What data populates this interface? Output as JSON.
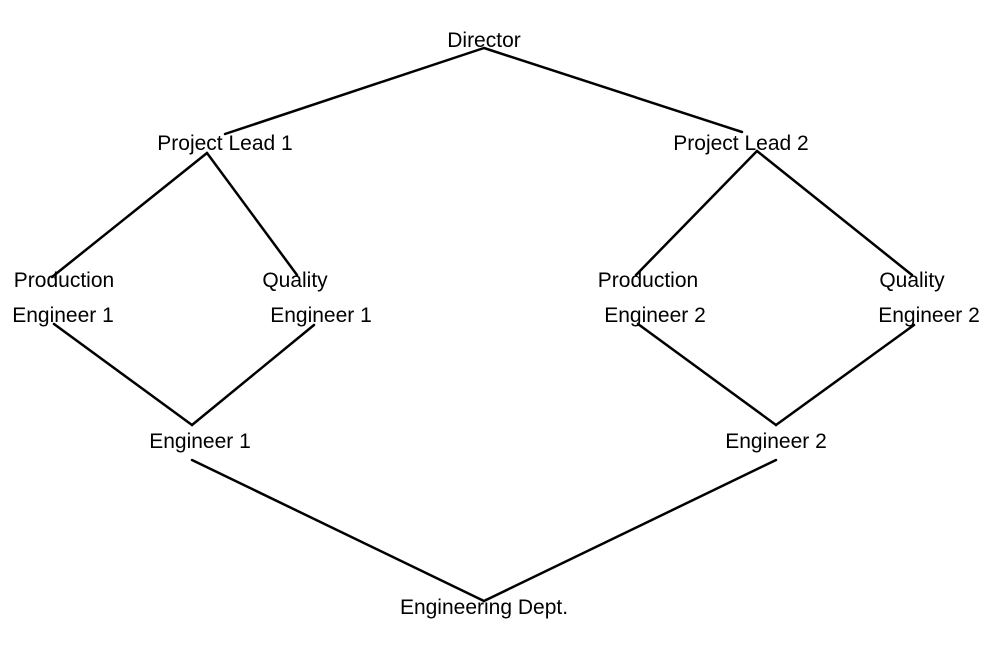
{
  "colors": {
    "background": "#ffffff",
    "line": "#000000",
    "text": "#000000"
  },
  "nodes": {
    "director": "Director",
    "project_lead_1": "Project Lead 1",
    "project_lead_2": "Project Lead 2",
    "production_engineer_1": [
      "Production",
      "Engineer 1"
    ],
    "quality_engineer_1": [
      "Quality",
      "Engineer 1"
    ],
    "production_engineer_2": [
      "Production",
      "Engineer 2"
    ],
    "quality_engineer_2": [
      "Quality",
      "Engineer 2"
    ],
    "engineer_1": "Engineer 1",
    "engineer_2": "Engineer 2",
    "engineering_dept": "Engineering Dept."
  },
  "edges": [
    [
      "director",
      "project_lead_1"
    ],
    [
      "director",
      "project_lead_2"
    ],
    [
      "project_lead_1",
      "production_engineer_1"
    ],
    [
      "project_lead_1",
      "quality_engineer_1"
    ],
    [
      "project_lead_2",
      "production_engineer_2"
    ],
    [
      "project_lead_2",
      "quality_engineer_2"
    ],
    [
      "production_engineer_1",
      "engineer_1"
    ],
    [
      "quality_engineer_1",
      "engineer_1"
    ],
    [
      "production_engineer_2",
      "engineer_2"
    ],
    [
      "quality_engineer_2",
      "engineer_2"
    ],
    [
      "engineer_1",
      "engineering_dept"
    ],
    [
      "engineer_2",
      "engineering_dept"
    ]
  ]
}
